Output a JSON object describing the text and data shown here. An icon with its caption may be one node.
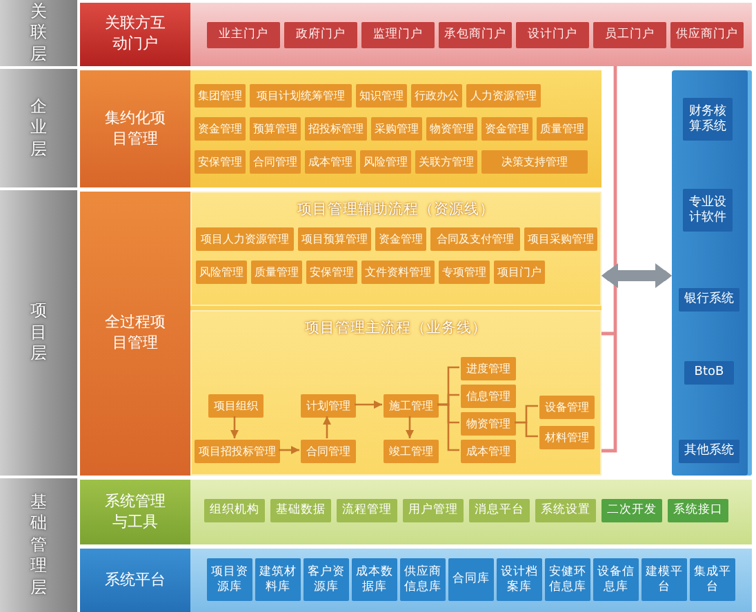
{
  "diagram": {
    "nodes": [
      {
        "text": [
          "关联层"
        ]
      },
      {
        "text": [
          "关联方互动门户"
        ]
      },
      {
        "text": [
          "业主门户"
        ],
        "in": 1
      },
      {
        "text": [
          "政府门户"
        ],
        "in": 1
      },
      {
        "text": [
          "监理门户"
        ],
        "in": 1
      },
      {
        "text": [
          "承包商门户"
        ],
        "in": 1
      },
      {
        "text": [
          "设计门户"
        ],
        "in": 1
      },
      {
        "text": [
          "员工门户"
        ],
        "in": 1
      },
      {
        "text": [
          "供应商门户"
        ],
        "in": 1
      },
      {
        "text": [
          "企业层"
        ]
      },
      {
        "text": [
          "集约化项目管理"
        ]
      },
      {
        "text": [
          "集团管理"
        ],
        "in": 10
      },
      {
        "text": [
          "项目计划统筹管理"
        ],
        "in": 10
      },
      {
        "text": [
          "知识管理"
        ],
        "in": 10
      },
      {
        "text": [
          "行政办公"
        ],
        "in": 10
      },
      {
        "text": [
          "人力资源管理"
        ],
        "in": 10
      },
      {
        "text": [
          "资金管理"
        ],
        "in": 10
      },
      {
        "text": [
          "预算管理"
        ],
        "in": 10
      },
      {
        "text": [
          "招投标管理"
        ],
        "in": 10
      },
      {
        "text": [
          "采购管理"
        ],
        "in": 10
      },
      {
        "text": [
          "物资管理"
        ],
        "in": 10
      },
      {
        "text": [
          "资金管理"
        ],
        "in": 10
      },
      {
        "text": [
          "质量管理"
        ],
        "in": 10
      },
      {
        "text": [
          "安保管理"
        ],
        "in": 10
      },
      {
        "text": [
          "合同管理"
        ],
        "in": 10
      },
      {
        "text": [
          "成本管理"
        ],
        "in": 10
      },
      {
        "text": [
          "风险管理"
        ],
        "in": 10
      },
      {
        "text": [
          "关联方管理"
        ],
        "in": 10
      },
      {
        "text": [
          "决策支持管理"
        ],
        "in": 10
      },
      {
        "text": [
          "项目层"
        ]
      },
      {
        "text": [
          "全过程项目管理"
        ]
      },
      {
        "text": [
          "项目管理辅助流程（资源线）"
        ],
        "in": 30
      },
      {
        "text": [
          "项目人力资源管理"
        ],
        "in": 31
      },
      {
        "text": [
          "项目预算管理"
        ],
        "in": 31
      },
      {
        "text": [
          "资金管理"
        ],
        "in": 31
      },
      {
        "text": [
          "合同及支付管理"
        ],
        "in": 31
      },
      {
        "text": [
          "项目采购管理"
        ],
        "in": 31
      },
      {
        "text": [
          "风险管理"
        ],
        "in": 31
      },
      {
        "text": [
          "质量管理"
        ],
        "in": 31
      },
      {
        "text": [
          "安保管理"
        ],
        "in": 31
      },
      {
        "text": [
          "文件资料管理"
        ],
        "in": 31
      },
      {
        "text": [
          "专项管理"
        ],
        "in": 31
      },
      {
        "text": [
          "项目门户"
        ],
        "in": 31
      },
      {
        "text": [
          "项目管理主流程（业务线）"
        ],
        "in": 30
      },
      {
        "text": [
          "项目组织"
        ],
        "in": 43
      },
      {
        "text": [
          "项目招投标管理"
        ],
        "in": 43
      },
      {
        "text": [
          "合同管理"
        ],
        "in": 43
      },
      {
        "text": [
          "计划管理"
        ],
        "in": 43
      },
      {
        "text": [
          "施工管理"
        ],
        "in": 43
      },
      {
        "text": [
          "竣工管理"
        ],
        "in": 43
      },
      {
        "text": [
          "进度管理"
        ],
        "in": 43
      },
      {
        "text": [
          "信息管理"
        ],
        "in": 43
      },
      {
        "text": [
          "物资管理"
        ],
        "in": 43
      },
      {
        "text": [
          "成本管理"
        ],
        "in": 43
      },
      {
        "text": [
          "设备管理"
        ],
        "in": 43
      },
      {
        "text": [
          "材料管理"
        ],
        "in": 43
      },
      {
        "text": [],
        "shape": "box"
      },
      {
        "text": [
          "财务核算系统"
        ],
        "in": 56
      },
      {
        "text": [
          "专业设计软件"
        ],
        "in": 56
      },
      {
        "text": [
          "银行系统"
        ],
        "in": 56
      },
      {
        "text": [
          "BtoB"
        ],
        "in": 56
      },
      {
        "text": [
          "其他系统"
        ],
        "in": 56
      },
      {
        "text": [
          "基础管理层"
        ]
      },
      {
        "text": [
          "系统管理与工具"
        ]
      },
      {
        "text": [
          "组织机构"
        ],
        "in": 63
      },
      {
        "text": [
          "基础数据"
        ],
        "in": 63
      },
      {
        "text": [
          "流程管理"
        ],
        "in": 63
      },
      {
        "text": [
          "用户管理"
        ],
        "in": 63
      },
      {
        "text": [
          "消息平台"
        ],
        "in": 63
      },
      {
        "text": [
          "系统设置"
        ],
        "in": 63
      },
      {
        "text": [
          "二次开发"
        ],
        "in": 63
      },
      {
        "text": [
          "系统接口"
        ],
        "in": 63
      },
      {
        "text": [
          "系统平台"
        ]
      },
      {
        "text": [
          "项目资源库"
        ],
        "in": 72
      },
      {
        "text": [
          "建筑材料库"
        ],
        "in": 72
      },
      {
        "text": [
          "客户资源库"
        ],
        "in": 72
      },
      {
        "text": [
          "成本数据库"
        ],
        "in": 72
      },
      {
        "text": [
          "供应商信息库"
        ],
        "in": 72
      },
      {
        "text": [
          "合同库"
        ],
        "in": 72
      },
      {
        "text": [
          "设计档案库"
        ],
        "in": 72
      },
      {
        "text": [
          "安健环信息库"
        ],
        "in": 72
      },
      {
        "text": [
          "设备信息库"
        ],
        "in": 72
      },
      {
        "text": [
          "建模平台"
        ],
        "in": 72
      },
      {
        "text": [
          "集成平台"
        ],
        "in": 72
      }
    ],
    "edges": [
      {
        "from": 44,
        "to": 45,
        "arrow": "to"
      },
      {
        "from": 45,
        "to": 46,
        "arrow": "to"
      },
      {
        "from": 46,
        "to": 47,
        "arrow": "to"
      },
      {
        "from": 47,
        "to": 48,
        "arrow": "to"
      },
      {
        "from": 48,
        "to": 49,
        "arrow": "to"
      },
      {
        "from": 48,
        "to": 50,
        "arrow": "none"
      },
      {
        "from": 48,
        "to": 51,
        "arrow": "none"
      },
      {
        "from": 48,
        "to": 52,
        "arrow": "none"
      },
      {
        "from": 48,
        "to": 53,
        "arrow": "none"
      },
      {
        "from": 52,
        "to": 54,
        "arrow": "none"
      },
      {
        "from": 52,
        "to": 55,
        "arrow": "none"
      },
      {
        "from": 1,
        "to": 43,
        "arrow": "none",
        "color": "#e8898b"
      },
      {
        "from": 30,
        "to": 56,
        "arrow": "both",
        "style": "thick",
        "color": "#8d969e"
      }
    ]
  }
}
